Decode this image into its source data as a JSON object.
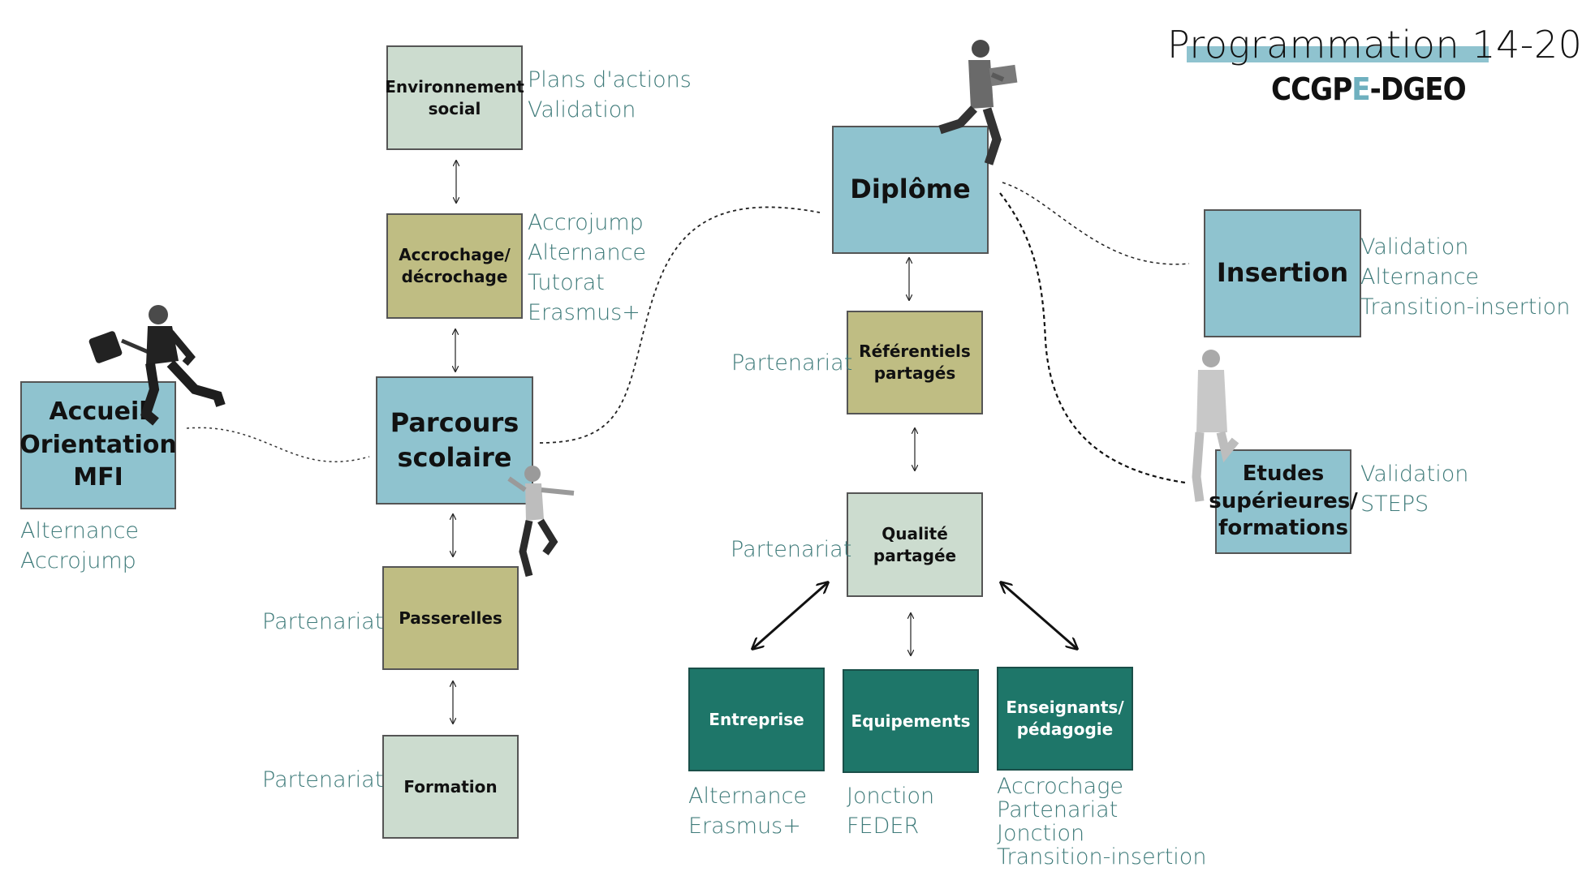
{
  "header": {
    "title": "Programmation 14-20",
    "subtitle_part1": "CCGP",
    "subtitle_accent": "E",
    "subtitle_part2": "-DGEO"
  },
  "colors": {
    "blue": "#8fc3cf",
    "olive": "#bfbd83",
    "mint": "#ccdccf",
    "teal": "#1e7669",
    "note_text": "#3f7b7a"
  },
  "boxes": {
    "environnement": {
      "line1": "Environnement",
      "line2": "social"
    },
    "accrochage": {
      "line1": "Accrochage/",
      "line2": "décrochage"
    },
    "parcours": {
      "line1": "Parcours",
      "line2": "scolaire"
    },
    "passerelles": {
      "label": "Passerelles"
    },
    "formation": {
      "label": "Formation"
    },
    "accueil": {
      "line1": "Accueil",
      "line2": "Orientation",
      "line3": "MFI"
    },
    "diplome": {
      "label": "Diplôme"
    },
    "referentiels": {
      "line1": "Référentiels",
      "line2": "partagés"
    },
    "qualite": {
      "line1": "Qualité",
      "line2": "partagée"
    },
    "entreprise": {
      "label": "Entreprise"
    },
    "equipements": {
      "label": "Equipements"
    },
    "enseignants": {
      "line1": "Enseignants/",
      "line2": "pédagogie"
    },
    "insertion": {
      "label": "Insertion"
    },
    "etudes": {
      "line1": "Etudes",
      "line2": "supérieures/",
      "line3": "formations"
    }
  },
  "notes": {
    "environnement": [
      "Plans d'actions",
      "Validation"
    ],
    "accrochage": [
      "Accrojump",
      "Alternance",
      "Tutorat",
      "Erasmus+"
    ],
    "accueil": [
      "Alternance",
      "Accrojump"
    ],
    "passerelles": [
      "Partenariat"
    ],
    "formation": [
      "Partenariat"
    ],
    "referentiels": [
      "Partenariat"
    ],
    "qualite": [
      "Partenariat"
    ],
    "insertion": [
      "Validation",
      "Alternance",
      "Transition-insertion"
    ],
    "etudes": [
      "Validation",
      "STEPS"
    ],
    "entreprise": [
      "Alternance",
      "Erasmus+"
    ],
    "equipements": [
      "Jonction",
      "FEDER"
    ],
    "enseignants": [
      "Accrochage",
      "Partenariat",
      "Jonction",
      "Transition-insertion"
    ]
  }
}
